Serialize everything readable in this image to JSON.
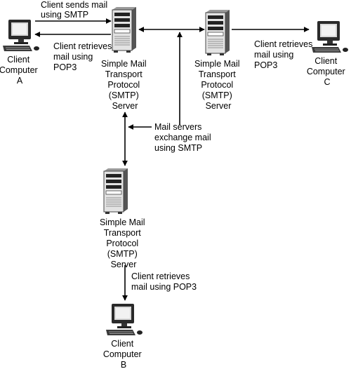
{
  "nodes": {
    "client_a": [
      "Client",
      "Computer",
      "A"
    ],
    "client_b": [
      "Client",
      "Computer",
      "B"
    ],
    "client_c": [
      "Client",
      "Computer",
      "C"
    ],
    "server_1": [
      "Simple Mail",
      "Transport",
      "Protocol",
      "(SMTP)",
      "Server"
    ],
    "server_2": [
      "Simple Mail",
      "Transport",
      "Protocol",
      "(SMTP)",
      "Server"
    ],
    "server_3": [
      "Simple Mail",
      "Transport",
      "Protocol",
      "(SMTP)",
      "Server"
    ]
  },
  "annotations": {
    "client_sends": [
      "Client sends mail",
      "using SMTP"
    ],
    "client_retrieves_a": [
      "Client retrieves",
      "mail using",
      "POP3"
    ],
    "client_retrieves_c": [
      "Client retrieves",
      "mail using",
      "POP3"
    ],
    "servers_exchange": [
      "Mail servers",
      "exchange mail",
      "using SMTP"
    ],
    "client_retrieves_b": [
      "Client retrieves",
      "mail using POP3"
    ]
  }
}
